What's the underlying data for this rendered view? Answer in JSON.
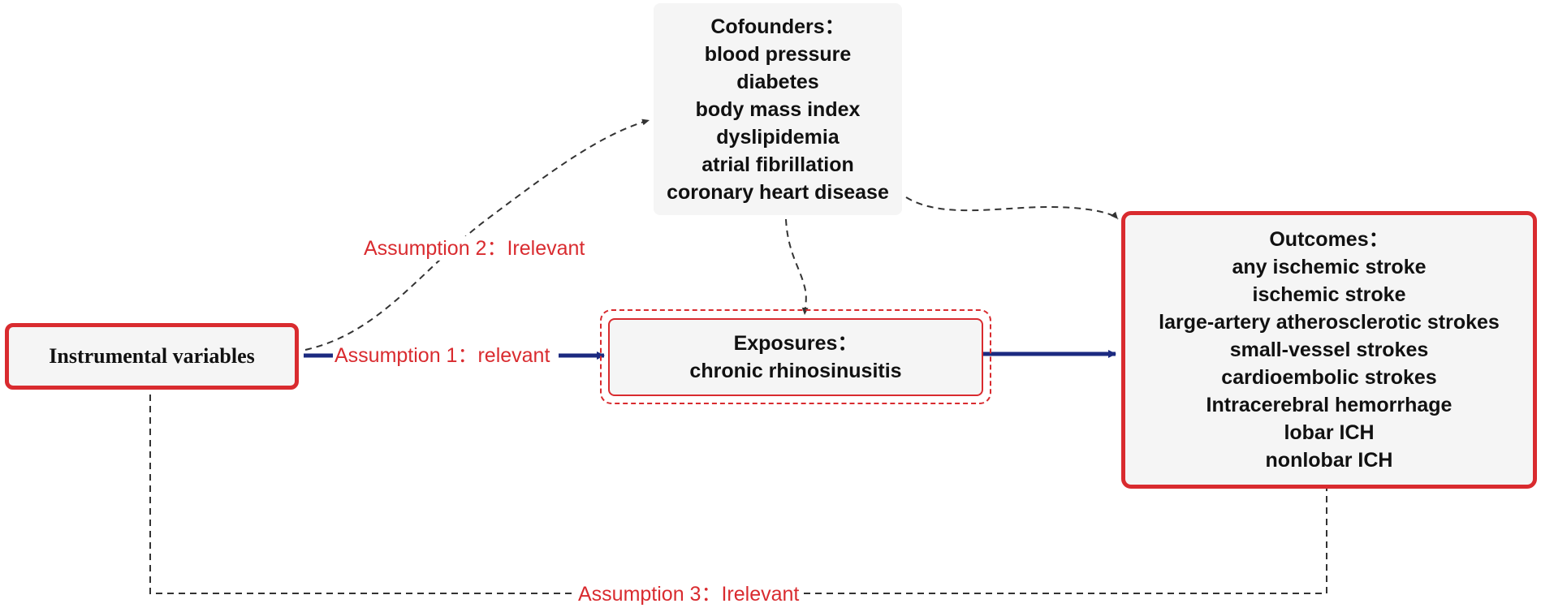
{
  "confounders": {
    "title": "Cofounders：",
    "items": [
      "blood pressure",
      "diabetes",
      "body mass index",
      "dyslipidemia",
      "atrial fibrillation",
      "coronary heart disease"
    ]
  },
  "instrumental": {
    "label": "Instrumental variables"
  },
  "exposures": {
    "title": "Exposures：",
    "items": [
      "chronic rhinosinusitis"
    ]
  },
  "outcomes": {
    "title": "Outcomes：",
    "items": [
      "any ischemic stroke",
      "ischemic stroke",
      "large-artery atherosclerotic strokes",
      "small-vessel strokes",
      "cardioembolic strokes",
      "Intracerebral hemorrhage",
      "lobar ICH",
      "nonlobar ICH"
    ]
  },
  "assumptions": {
    "a1": "Assumption 1：relevant",
    "a2": "Assumption 2：Irelevant",
    "a3": "Assumption 3：Irelevant"
  },
  "colors": {
    "accent_red": "#d92b2f",
    "arrow_navy": "#1b2a80",
    "dashed_gray": "#333333",
    "box_fill": "#f5f5f5"
  }
}
